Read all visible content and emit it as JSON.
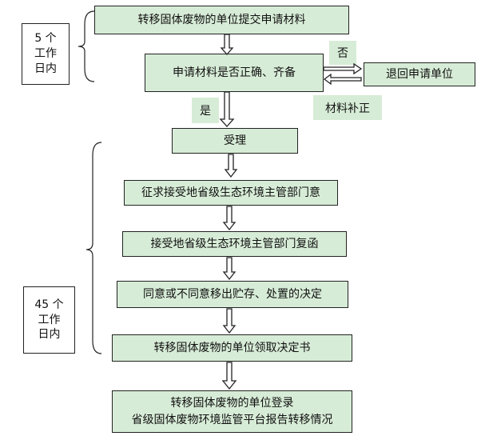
{
  "flow": {
    "step1": "转移固体废物的单位提交申请材料",
    "step2": "申请材料是否正确、齐备",
    "reject_label": "否",
    "reject_target": "退回申请单位",
    "supplement_label": "材料补正",
    "accept_label": "是",
    "step3": "受理",
    "step4": "征求接受地省级生态环境主管部门意",
    "step5": "接受地省级生态环境主管部门复函",
    "step6": "同意或不同意移出贮存、处置的决定",
    "step7": "转移固体废物的单位领取决定书",
    "step8_line1": "转移固体废物的单位登录",
    "step8_line2": "省级固体废物环境监管平台报告转移情况"
  },
  "timeframes": {
    "phase1_line1": "5 个",
    "phase1_line2": "工作",
    "phase1_line3": "日内",
    "phase2_line1": "45 个",
    "phase2_line2": "工作",
    "phase2_line3": "日内"
  },
  "colors": {
    "box_fill": "#d7ecd7",
    "border": "#222222"
  }
}
